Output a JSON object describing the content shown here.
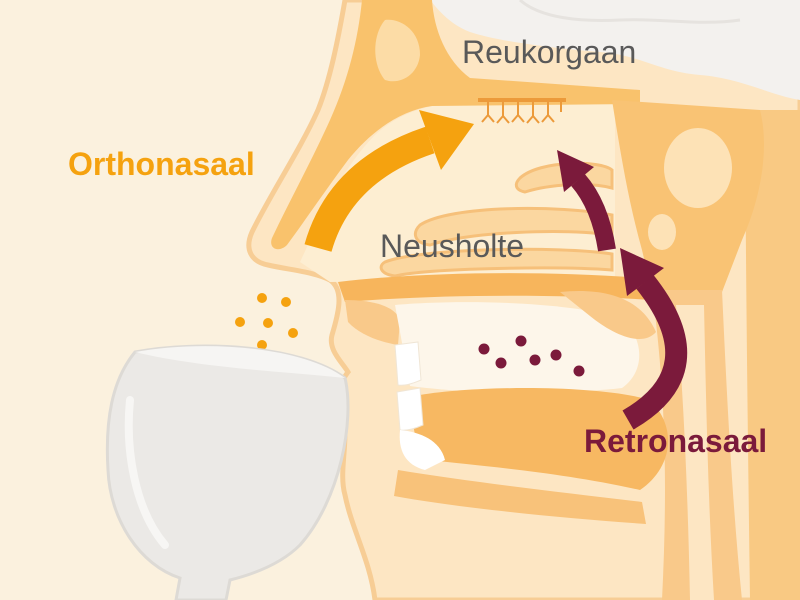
{
  "labels": {
    "olfactory_organ": "Reukorgaan",
    "orthonasal": "Orthonasaal",
    "nasal_cavity": "Neusholte",
    "retronasal": "Retronasaal"
  },
  "colors": {
    "orthonasal": "#f5a20f",
    "retronasal": "#7b1a3b",
    "label_text": "#595959"
  }
}
